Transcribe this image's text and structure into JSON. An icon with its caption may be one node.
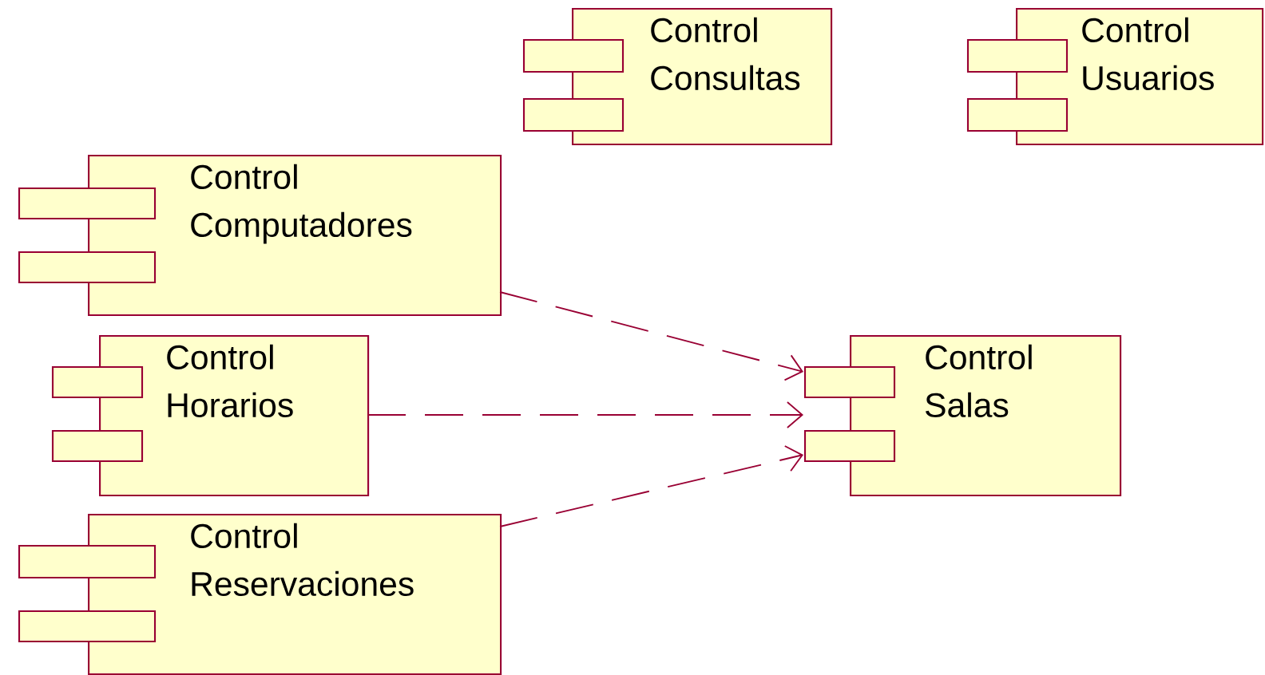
{
  "diagram": {
    "nodes": [
      {
        "text": [
          "Control Consultas"
        ]
      },
      {
        "text": [
          "Control Usuarios"
        ]
      },
      {
        "text": [
          "Control Computadores"
        ]
      },
      {
        "text": [
          "Control Horarios"
        ]
      },
      {
        "text": [
          "Control Reservaciones"
        ]
      },
      {
        "text": [
          "Control Salas"
        ]
      }
    ],
    "edges": [
      {
        "from": 2,
        "to": 5,
        "arrow": "to",
        "style": "dashed"
      },
      {
        "from": 3,
        "to": 5,
        "arrow": "to",
        "style": "dashed"
      },
      {
        "from": 4,
        "to": 5,
        "arrow": "to",
        "style": "dashed"
      }
    ]
  }
}
